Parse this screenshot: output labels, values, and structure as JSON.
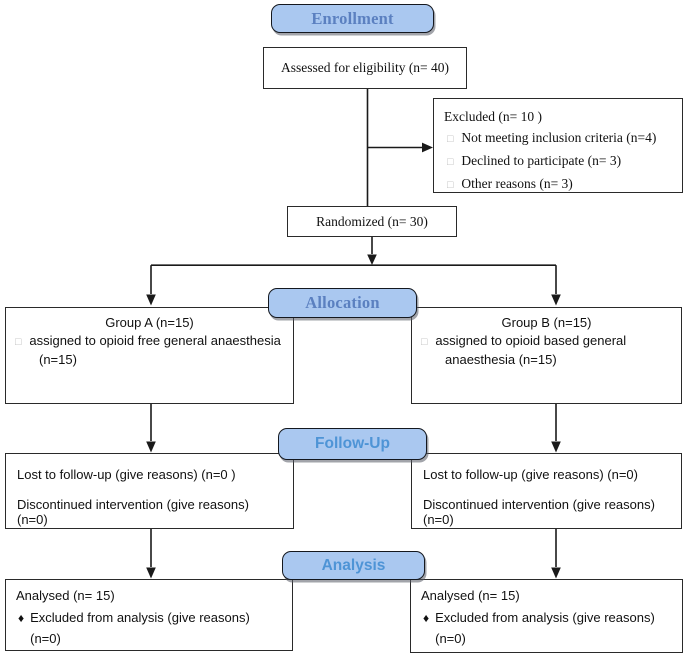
{
  "figure": {
    "type": "consort-flow-diagram",
    "colors": {
      "pill_fill": "#aac8f0",
      "pill_border": "#14181f",
      "serif_header_text": "#5b80c0",
      "sans_header_text": "#4e94d6",
      "box_border": "#2a2a2a",
      "line_color": "#1a1a1a",
      "square_bullet_color": "#bcbcbc"
    },
    "bullets": {
      "square": "□",
      "diamond": "♦"
    }
  },
  "headers": {
    "enrollment": "Enrollment",
    "allocation": "Allocation",
    "followup": "Follow-Up",
    "analysis": "Analysis"
  },
  "boxes": {
    "assessed": {
      "text": "Assessed for eligibility (n= 40)"
    },
    "excluded": {
      "title": "Excluded (n= 10 )",
      "items": [
        "Not meeting inclusion criteria (n=4)",
        "Declined to participate (n= 3)",
        "Other reasons (n= 3)"
      ]
    },
    "randomized": {
      "text": "Randomized (n= 30)"
    },
    "group_a": {
      "title": "Group A (n=15)",
      "line1": "assigned to opioid free general anaesthesia",
      "line2": "(n=15)"
    },
    "group_b": {
      "title": "Group B (n=15)",
      "line1": "assigned to opioid based general",
      "line2": "anaesthesia (n=15)"
    },
    "followup_left": {
      "line1": "Lost to follow-up (give reasons) (n=0 )",
      "line2": "Discontinued intervention (give reasons) (n=0)"
    },
    "followup_right": {
      "line1": "Lost to follow-up (give reasons) (n=0)",
      "line2": "Discontinued intervention (give reasons) (n=0)"
    },
    "analysis_left": {
      "title": "Analysed (n= 15)",
      "line1": "Excluded from analysis (give reasons) (n=0)"
    },
    "analysis_right": {
      "title": "Analysed (n= 15)",
      "line1": "Excluded from analysis (give reasons) (n=0)"
    }
  }
}
